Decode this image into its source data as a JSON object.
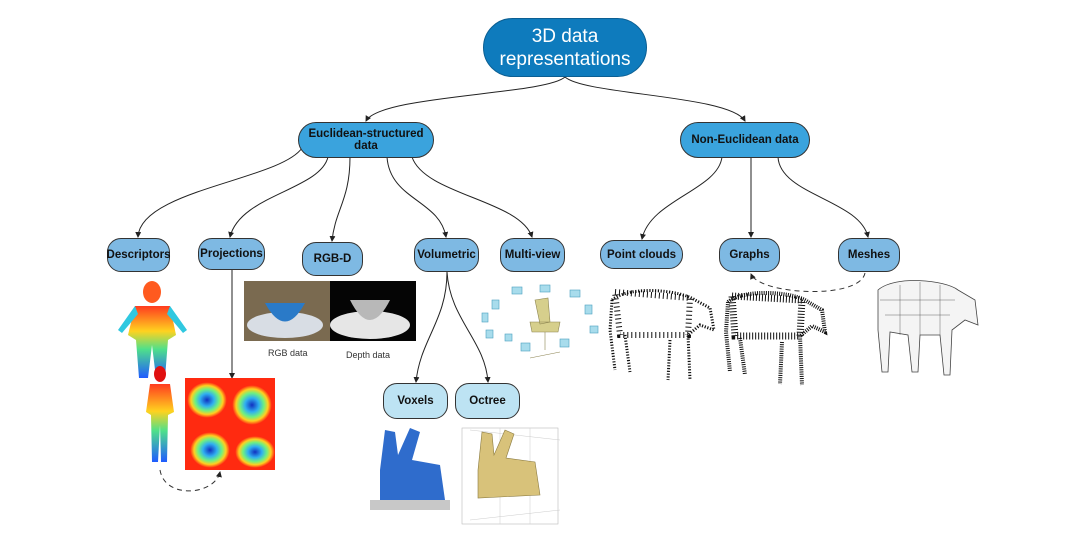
{
  "root": {
    "line1": "3D data",
    "line2": "representations"
  },
  "categories": {
    "euclidean": "Euclidean-structured data",
    "non_euclidean": "Non-Euclidean data"
  },
  "euclidean_children": {
    "descriptors": "Descriptors",
    "projections": "Projections",
    "rgbd": "RGB-D",
    "volumetric": "Volumetric",
    "multiview": "Multi-view"
  },
  "volumetric_children": {
    "voxels": "Voxels",
    "octree": "Octree"
  },
  "non_euclidean_children": {
    "point_clouds": "Point clouds",
    "graphs": "Graphs",
    "meshes": "Meshes"
  },
  "captions": {
    "rgb": "RGB data",
    "depth": "Depth data"
  },
  "colors": {
    "root": "#0e7bbd",
    "category": "#3aa3dd",
    "leaf": "#7eb9e3",
    "sub": "#bde3f3"
  }
}
